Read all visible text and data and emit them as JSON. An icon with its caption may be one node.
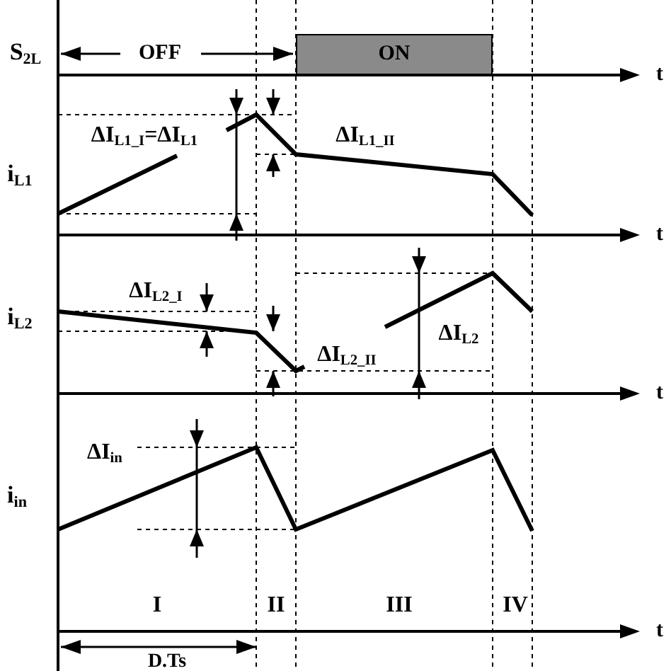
{
  "diagram": {
    "nodes": [
      {
        "text": [
          "ON"
        ]
      }
    ],
    "labels": [
      "S$_{2L}$",
      "OFF",
      "t",
      "i$_{L1}$",
      "ΔI$_{L1_I}$=ΔI$_{L1}$",
      "ΔI$_{L1_II}$",
      "t",
      "ΔI$_{L2_I}$",
      "i$_{L2}$",
      "ΔI$_{L2_II}$",
      "ΔI$_{L2}$",
      "t",
      "ΔI$_{in}$",
      "i$_{in}$",
      "I",
      "II",
      "III",
      "IV",
      "t",
      "D.Ts"
    ]
  }
}
